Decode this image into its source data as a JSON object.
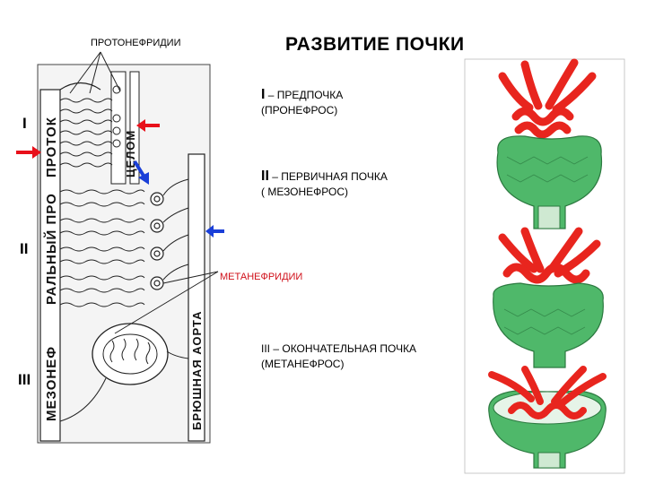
{
  "title": "РАЗВИТИЕ ПОЧКИ",
  "labels": {
    "pronephridia": "ПРОТОНЕФРИДИИ",
    "metanephridia": "МЕТАНЕФРИДИИ",
    "coelom": "ЦЕЛОМ",
    "duct": "ПРОТОК",
    "duct_upper": "РАЛЬНЫЙ ПРО",
    "mesonephric": "МЕЗОНЕФ",
    "aorta": "БРЮШНАЯ АОРТА"
  },
  "stages": [
    {
      "roman": "I",
      "line1": "– ПРЕДПОЧКА",
      "line2": "(ПРОНЕФРОС)"
    },
    {
      "roman": "II",
      "line1": "– ПЕРВИЧНАЯ ПОЧКА",
      "line2": "( МЕЗОНЕФРОС)"
    },
    {
      "roman": "III",
      "line1": "– ОКОНЧАТЕЛЬНАЯ ПОЧКА",
      "line2": "(МЕТАНЕФРОС)"
    }
  ],
  "side_labels": [
    "I",
    "II",
    "III"
  ],
  "colors": {
    "artery_red": "#e8251e",
    "capsule_green": "#4fb86a",
    "arrow_red": "#e8101a",
    "arrow_blue": "#1a3fd8",
    "meta_red": "#d0101a"
  }
}
